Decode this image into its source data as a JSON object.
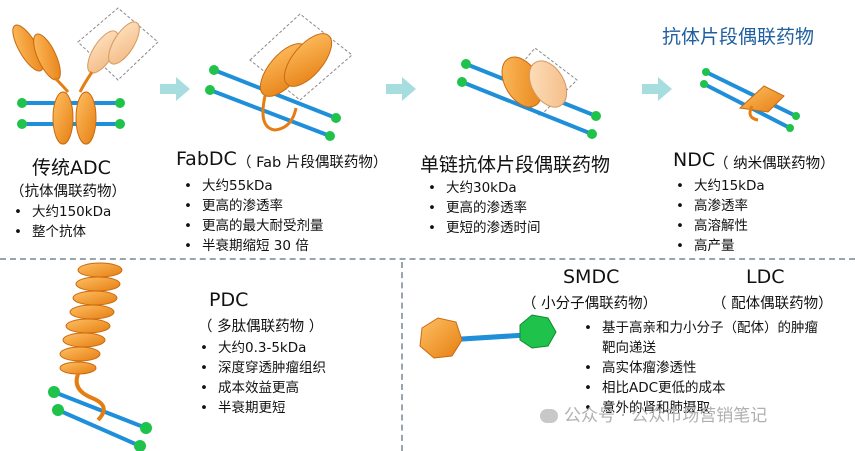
{
  "title": "抗体片段偶联药物",
  "top_row": [
    {
      "name": "传统ADC",
      "subtitle": "（抗体偶联药物）",
      "bullets": [
        "大约150kDa",
        "整个抗体"
      ]
    },
    {
      "name": "FabDC",
      "subtitle": "（ Fab 片段偶联药物）",
      "bullets": [
        "大约55kDa",
        "更高的渗透率",
        "更高的最大耐受剂量",
        "半衰期缩短 30 倍"
      ]
    },
    {
      "name": "单链抗体片段偶联药物",
      "bullets": [
        "大约30kDa",
        "更高的渗透率",
        "更短的渗透时间"
      ]
    },
    {
      "name": "NDC",
      "subtitle": "（ 纳米偶联药物）",
      "bullets": [
        "大约15kDa",
        "高渗透率",
        "高溶解性",
        "高产量"
      ]
    }
  ],
  "bottom_left": {
    "name": "PDC",
    "subtitle": "（ 多肽偶联药物 ）",
    "bullets": [
      "大约0.3-5kDa",
      "深度穿透肿瘤组织",
      "成本效益更高",
      "半衰期更短"
    ]
  },
  "bottom_right": {
    "smdc_name": "SMDC",
    "smdc_subtitle": "（ 小分子偶联药物）",
    "ldc_name": "LDC",
    "ldc_subtitle": "（ 配体偶联药物）",
    "bullets": [
      "基于高亲和力小分子（配体）的肿瘤靶向递送",
      "高实体瘤渗透性",
      "相比ADC更低的成本",
      "意外的肾和肺摄取"
    ]
  },
  "watermark": "公众号 · 公众市场营销笔记",
  "colors": {
    "title": "#1f5fa0",
    "antibody": "#f0922a",
    "linker": "#1e8fd8",
    "drug": "#1fc24a",
    "arrow": "#a8dde0"
  }
}
